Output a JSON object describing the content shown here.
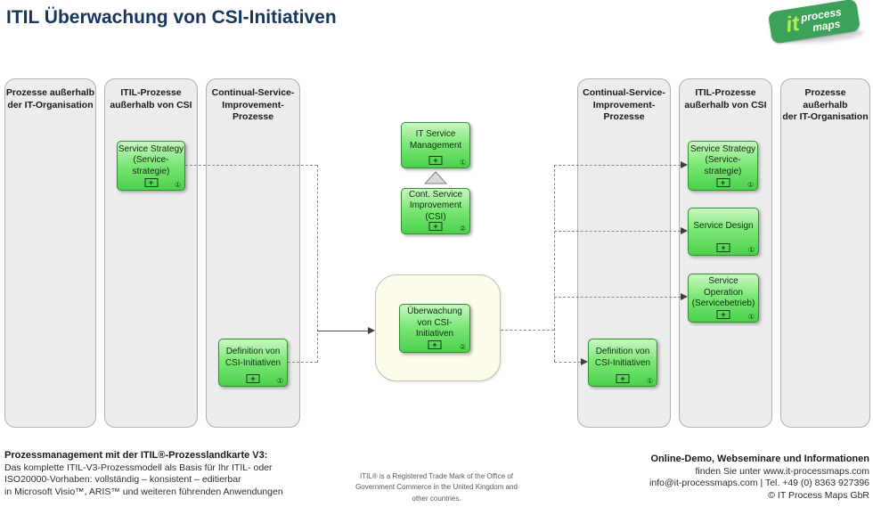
{
  "title": "ITIL Überwachung von CSI-Initiativen",
  "logo": {
    "it": "it",
    "process": "process",
    "maps": "maps"
  },
  "lanes": [
    {
      "label": "Prozesse außerhalb\nder IT-Organisation"
    },
    {
      "label": "ITIL-Prozesse\naußerhalb von CSI"
    },
    {
      "label": "Continual-Service-\nImprovement-\nProzesse"
    },
    {
      "label": "Continual-Service-\nImprovement-\nProzesse"
    },
    {
      "label": "ITIL-Prozesse\naußerhalb von CSI"
    },
    {
      "label": "Prozesse außerhalb\nder IT-Organisation"
    }
  ],
  "boxes": {
    "svc_strategy_left": {
      "label": "Service Strategy\n(Service-\nstrategie)",
      "plus": "+",
      "level": "①"
    },
    "def_csi_left": {
      "label": "Definition von\nCSI-Initiativen",
      "plus": "+",
      "level": "①"
    },
    "itsm": {
      "label": "IT Service\nManagement",
      "plus": "+",
      "level": "①"
    },
    "csi": {
      "label": "Cont. Service\nImprovement\n(CSI)",
      "plus": "+",
      "level": "②"
    },
    "ueberwachung": {
      "label": "Überwachung\nvon CSI-\nInitiativen",
      "plus": "+",
      "level": "②"
    },
    "def_csi_right": {
      "label": "Definition von\nCSI-Initiativen",
      "plus": "+",
      "level": "①"
    },
    "svc_strategy_right": {
      "label": "Service Strategy\n(Service-\nstrategie)",
      "plus": "+",
      "level": "①"
    },
    "svc_design": {
      "label": "Service Design",
      "plus": "+",
      "level": "①"
    },
    "svc_operation": {
      "label": "Service\nOperation\n(Servicebetrieb)",
      "plus": "+",
      "level": "①"
    }
  },
  "footer": {
    "left_title": "Prozessmanagement mit der ITIL®-Prozesslandkarte V3:",
    "left_lines": "Das komplette ITIL-V3-Prozessmodell als Basis für Ihr ITIL- oder\nISO20000-Vorhaben: vollständig – konsistent – editierbar\nin Microsoft Visio™, ARIS™ und weiteren führenden Anwendungen",
    "center_note": "ITIL® is a Registered Trade Mark of the Office of\nGovernment Commerce in the United Kingdom and\nother countries.",
    "right_title": "Online-Demo, Webseminare und Informationen",
    "right_lines": "finden Sie unter www.it-processmaps.com\ninfo@it-processmaps.com | Tel. +49 (0) 8363 927396\n© IT Process Maps GbR"
  },
  "colors": {
    "title_navy": "#17365d",
    "task_green": "#4bd04b",
    "task_border_green": "#2f8f2f",
    "lane_gray": "#ececec",
    "highlight_yellow": "#fcfce8",
    "logo_green": "#3ca25b",
    "logo_it_green": "#b3ee4b",
    "connector_gray": "#8a8a8a"
  }
}
